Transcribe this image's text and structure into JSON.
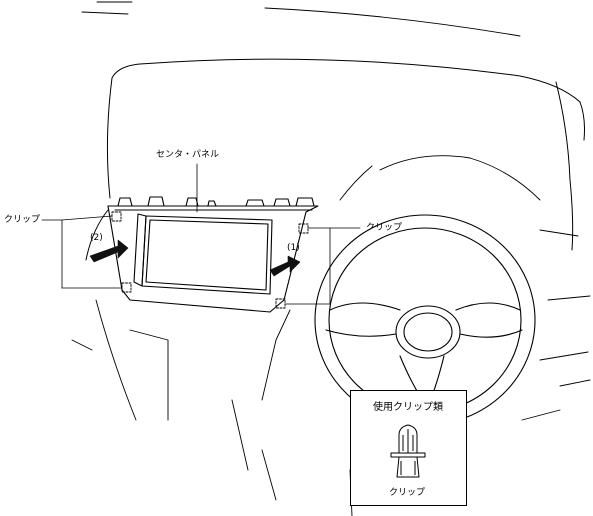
{
  "labels": {
    "center_panel": "センタ・パネル",
    "clip_left": "クリップ",
    "clip_right": "クリップ",
    "step_1": "(1)",
    "step_2": "(2)"
  },
  "inset": {
    "title": "使用クリップ類",
    "caption": "クリップ"
  },
  "colors": {
    "line": "#000000",
    "arrow_fill": "#111111",
    "background": "#ffffff"
  }
}
